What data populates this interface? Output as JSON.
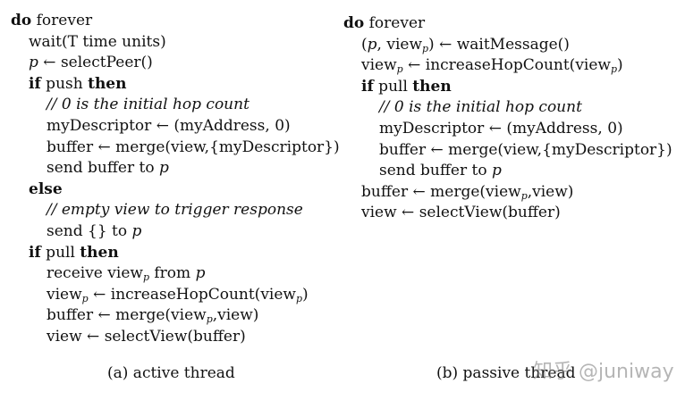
{
  "active": {
    "lines": [
      {
        "indent": 0,
        "parts": [
          {
            "t": "do",
            "s": "kw"
          },
          {
            "t": " forever"
          }
        ]
      },
      {
        "indent": 1,
        "parts": [
          {
            "t": "wait(T time units)"
          }
        ]
      },
      {
        "indent": 1,
        "parts": [
          {
            "t": "p",
            "s": "var"
          },
          {
            "t": " ← selectPeer()"
          }
        ]
      },
      {
        "indent": 1,
        "parts": [
          {
            "t": "if",
            "s": "kw"
          },
          {
            "t": " push "
          },
          {
            "t": "then",
            "s": "kw"
          }
        ]
      },
      {
        "indent": 2,
        "parts": [
          {
            "t": "// 0 is the initial hop count",
            "s": "cm"
          }
        ]
      },
      {
        "indent": 2,
        "parts": [
          {
            "t": "myDescriptor ← (myAddress, 0)"
          }
        ]
      },
      {
        "indent": 2,
        "parts": [
          {
            "t": "buffer ← merge(view,{myDescriptor})"
          }
        ]
      },
      {
        "indent": 2,
        "parts": [
          {
            "t": "send buffer to "
          },
          {
            "t": "p",
            "s": "var"
          }
        ]
      },
      {
        "indent": 1,
        "parts": [
          {
            "t": "else",
            "s": "kw"
          }
        ]
      },
      {
        "indent": 2,
        "parts": [
          {
            "t": "// empty view to trigger response",
            "s": "cm"
          }
        ]
      },
      {
        "indent": 2,
        "parts": [
          {
            "t": "send {} to "
          },
          {
            "t": "p",
            "s": "var"
          }
        ]
      },
      {
        "indent": 1,
        "parts": [
          {
            "t": "if",
            "s": "kw"
          },
          {
            "t": " pull "
          },
          {
            "t": "then",
            "s": "kw"
          }
        ]
      },
      {
        "indent": 2,
        "parts": [
          {
            "t": "receive view"
          },
          {
            "t": "p",
            "s": "sub"
          },
          {
            "t": " from "
          },
          {
            "t": "p",
            "s": "var"
          }
        ]
      },
      {
        "indent": 2,
        "parts": [
          {
            "t": "view"
          },
          {
            "t": "p",
            "s": "sub"
          },
          {
            "t": " ← increaseHopCount(view"
          },
          {
            "t": "p",
            "s": "sub"
          },
          {
            "t": ")"
          }
        ]
      },
      {
        "indent": 2,
        "parts": [
          {
            "t": "buffer ← merge(view"
          },
          {
            "t": "p",
            "s": "sub"
          },
          {
            "t": ",view)"
          }
        ]
      },
      {
        "indent": 2,
        "parts": [
          {
            "t": "view ← selectView(buffer)"
          }
        ]
      }
    ],
    "caption": "(a) active thread"
  },
  "passive": {
    "lines": [
      {
        "indent": 0,
        "parts": [
          {
            "t": "do",
            "s": "kw"
          },
          {
            "t": " forever"
          }
        ]
      },
      {
        "indent": 1,
        "parts": [
          {
            "t": "("
          },
          {
            "t": "p",
            "s": "var"
          },
          {
            "t": ", view"
          },
          {
            "t": "p",
            "s": "sub"
          },
          {
            "t": ") ← waitMessage()"
          }
        ]
      },
      {
        "indent": 1,
        "parts": [
          {
            "t": "view"
          },
          {
            "t": "p",
            "s": "sub"
          },
          {
            "t": " ← increaseHopCount(view"
          },
          {
            "t": "p",
            "s": "sub"
          },
          {
            "t": ")"
          }
        ]
      },
      {
        "indent": 1,
        "parts": [
          {
            "t": "if",
            "s": "kw"
          },
          {
            "t": " pull "
          },
          {
            "t": "then",
            "s": "kw"
          }
        ]
      },
      {
        "indent": 2,
        "parts": [
          {
            "t": "// 0 is the initial hop count",
            "s": "cm"
          }
        ]
      },
      {
        "indent": 2,
        "parts": [
          {
            "t": "myDescriptor ← (myAddress, 0)"
          }
        ]
      },
      {
        "indent": 2,
        "parts": [
          {
            "t": "buffer ← merge(view,{myDescriptor})"
          }
        ]
      },
      {
        "indent": 2,
        "parts": [
          {
            "t": "send buffer to "
          },
          {
            "t": "p",
            "s": "var"
          }
        ]
      },
      {
        "indent": 1,
        "parts": [
          {
            "t": "buffer ← merge(view"
          },
          {
            "t": "p",
            "s": "sub"
          },
          {
            "t": ",view)"
          }
        ]
      },
      {
        "indent": 1,
        "parts": [
          {
            "t": "view ← selectView(buffer)"
          }
        ]
      }
    ],
    "caption": "(b) passive thread"
  },
  "watermark": "知乎 @juniway"
}
